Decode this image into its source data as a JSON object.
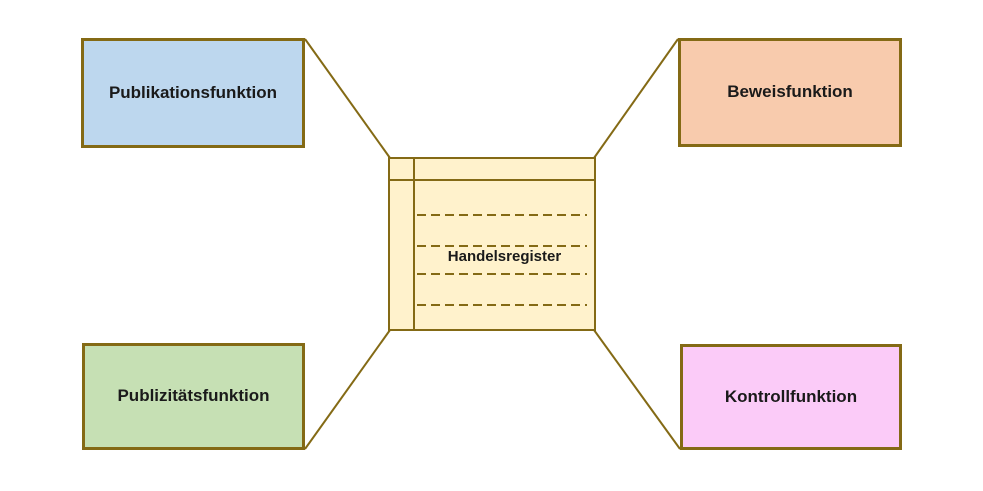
{
  "diagram": {
    "background": "#FFFFFF",
    "line_color": "#846A15",
    "text_color": "#1A1A1A",
    "center_node": {
      "label": "Handelsregister",
      "fill": "#FFF2CC"
    },
    "nodes": [
      {
        "label": "Publikationsfunktion",
        "fill": "#BDD7EE",
        "position": "top-left"
      },
      {
        "label": "Beweisfunktion",
        "fill": "#F8CBAD",
        "position": "top-right"
      },
      {
        "label": "Publizitätsfunktion",
        "fill": "#C6E0B4",
        "position": "bottom-left"
      },
      {
        "label": "Kontrollfunktion",
        "fill": "#FBCBF8",
        "position": "bottom-right"
      }
    ]
  }
}
